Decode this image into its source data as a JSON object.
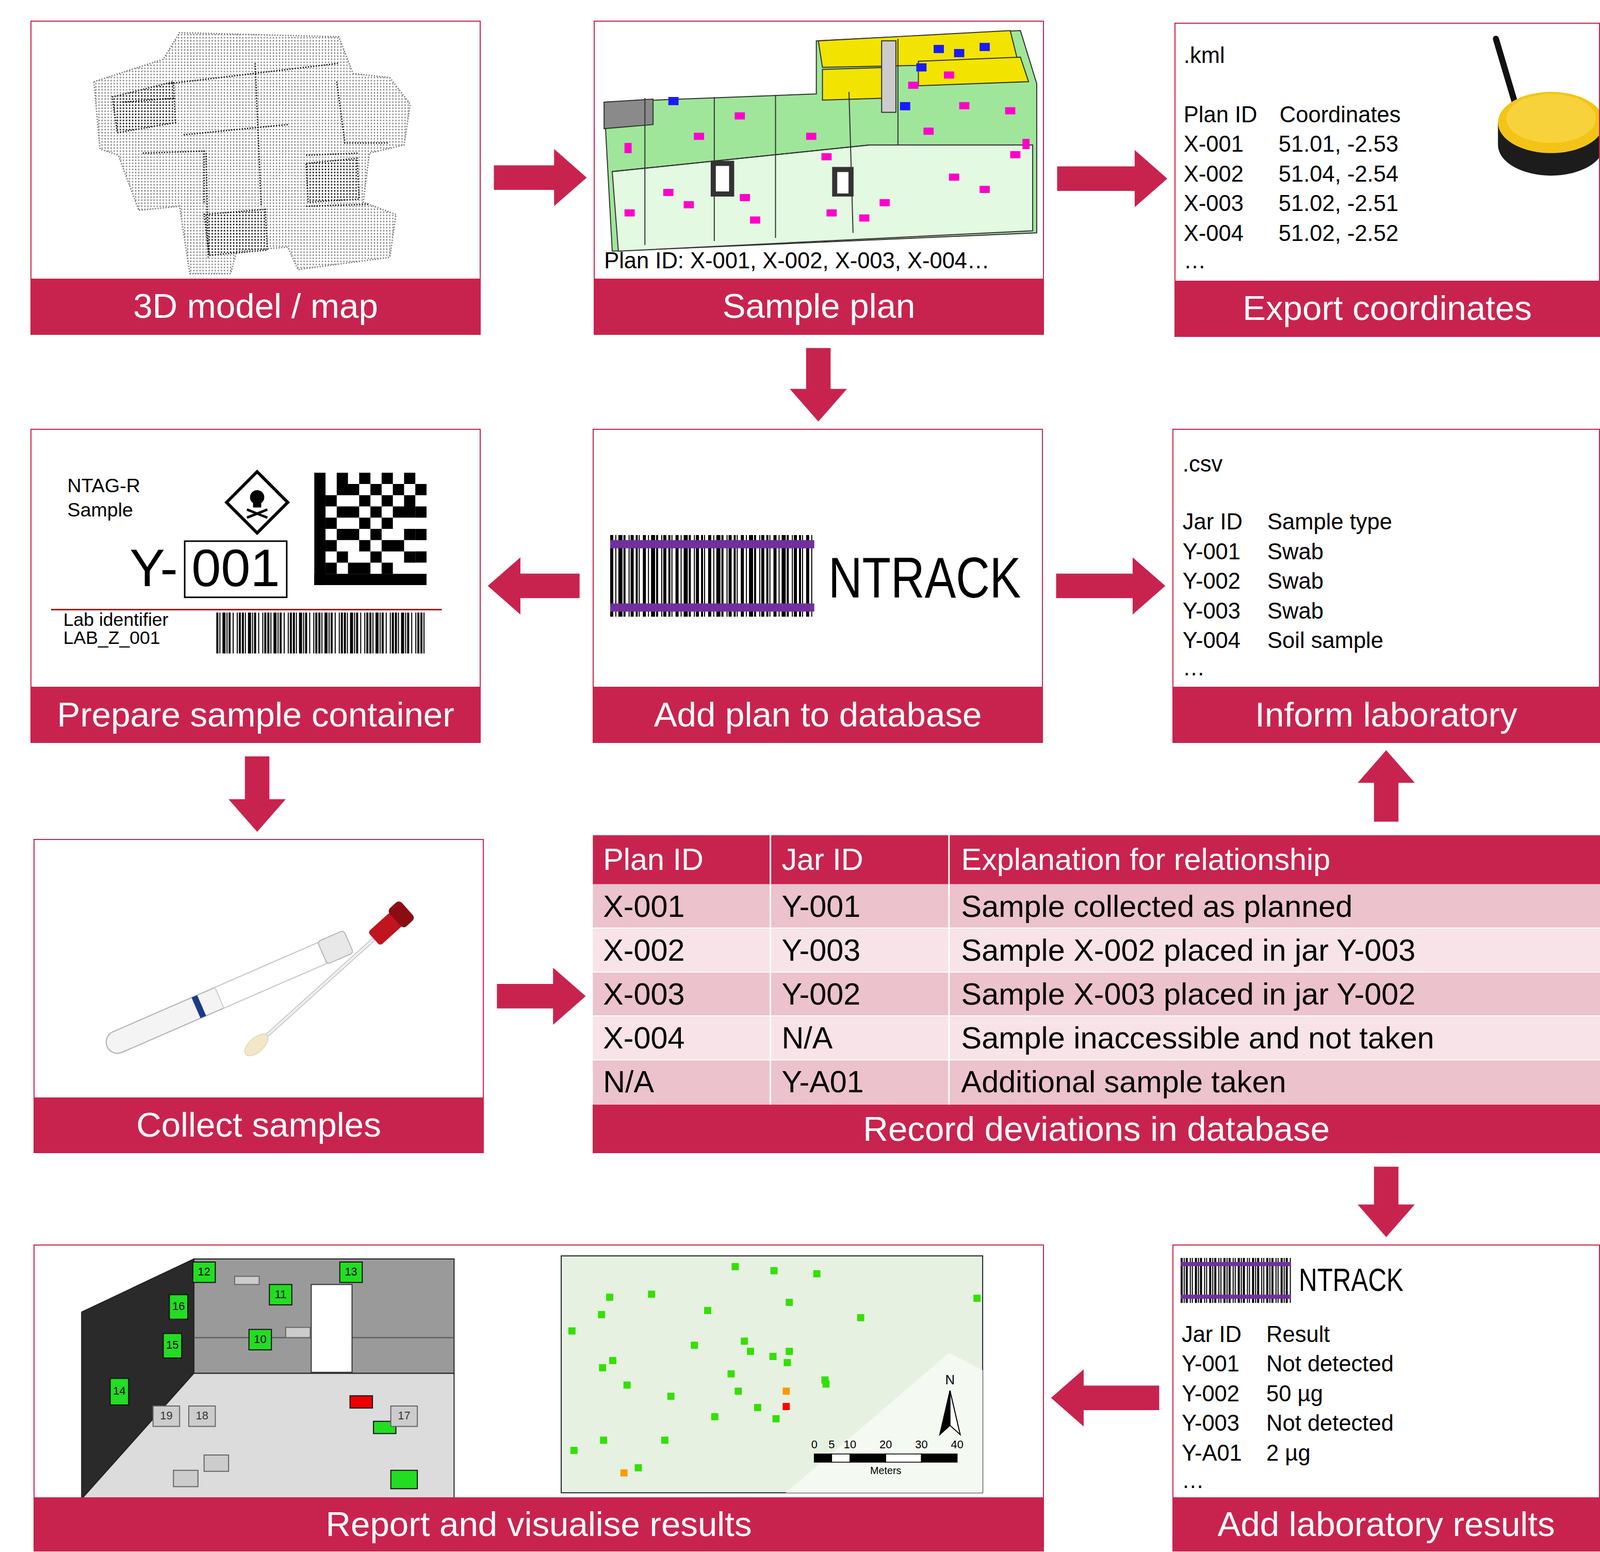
{
  "diagram": {
    "nodes": [
      {
        "text": [
          "3D model / map"
        ]
      },
      {
        "text": [
          "Sample plan"
        ]
      },
      {
        "text": [
          "Export coordinates"
        ]
      },
      {
        "text": [
          "Prepare sample container"
        ]
      },
      {
        "text": [
          "Add plan to database"
        ]
      },
      {
        "text": [
          "Inform laboratory"
        ]
      },
      {
        "text": [
          "Collect samples"
        ]
      },
      {
        "text": [
          "Record deviations in database"
        ]
      },
      {
        "text": [
          "Add laboratory results"
        ]
      },
      {
        "text": [
          "Report and visualise results"
        ]
      }
    ],
    "edges": [
      {
        "from": 0,
        "to": 1,
        "arrow": "to"
      },
      {
        "from": 1,
        "to": 2,
        "arrow": "to"
      },
      {
        "from": 1,
        "to": 4,
        "arrow": "to"
      },
      {
        "from": 4,
        "to": 3,
        "arrow": "to"
      },
      {
        "from": 4,
        "to": 5,
        "arrow": "to"
      },
      {
        "from": 3,
        "to": 6,
        "arrow": "to"
      },
      {
        "from": 6,
        "to": 7,
        "arrow": "to"
      },
      {
        "from": 7,
        "to": 5,
        "arrow": "to"
      },
      {
        "from": 7,
        "to": 8,
        "arrow": "to"
      },
      {
        "from": 8,
        "to": 9,
        "arrow": "to"
      }
    ],
    "labels": [
      "Plan ID: X-001, X-002, X-003, X-004…",
      ".kml",
      "Plan ID",
      "Coordinates",
      "X-001",
      "51.01, -2.53",
      "X-002",
      "51.04, -2.54",
      "X-003",
      "51.02, -2.51",
      "X-004",
      "51.02, -2.52",
      "…",
      "NTAG-R Sample",
      "Y-",
      "001",
      "Lab identifier LAB_Z_001",
      "NTRACK",
      ".csv",
      "Jar ID",
      "Sample type",
      "Y-001",
      "Swab",
      "Y-002",
      "Swab",
      "Y-003",
      "Swab",
      "Y-004",
      "Soil sample",
      "…",
      "Plan ID",
      "Jar ID",
      "Explanation for relationship",
      "X-001",
      "Y-001",
      "Sample collected as planned",
      "X-002",
      "Y-003",
      "Sample X-002 placed in jar Y-003",
      "X-003",
      "Y-002",
      "Sample X-003 placed in jar Y-002",
      "X-004",
      "N/A",
      "Sample inaccessible and not taken",
      "N/A",
      "Y-A01",
      "Additional sample taken",
      "NTRACK",
      "Jar ID",
      "Result",
      "Y-001",
      "Not detected",
      "Y-002",
      "50 µg",
      "Y-003",
      "Not detected",
      "Y-A01",
      "2 µg",
      "…",
      "12",
      "13",
      "16",
      "15",
      "11",
      "10",
      "14",
      "19",
      "18",
      "17",
      "N",
      "0",
      "5",
      "10",
      "20",
      "30",
      "40",
      "Meters"
    ]
  }
}
